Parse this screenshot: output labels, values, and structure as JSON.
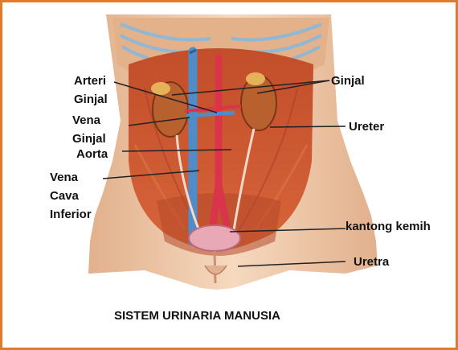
{
  "title": "SISTEM URINARIA MANUSIA",
  "labels": {
    "arteri_ginjal": [
      "Arteri",
      "Ginjal"
    ],
    "vena_ginjal": [
      "Vena",
      "Ginjal"
    ],
    "aorta": "Aorta",
    "vena_cava_inferior": [
      "Vena",
      "Cava",
      "Inferior"
    ],
    "ginjal": "Ginjal",
    "ureter": "Ureter",
    "kantong_kemih": "kantong kemih",
    "uretra": "Uretra"
  },
  "colors": {
    "border": "#e07a2c",
    "muscle": "#c9572f",
    "skin": "#efc9a8",
    "kidney": "#b8612f",
    "aorta": "#d9344a",
    "vena_cava": "#4f8cc9",
    "bladder": "#e9a8b5"
  }
}
